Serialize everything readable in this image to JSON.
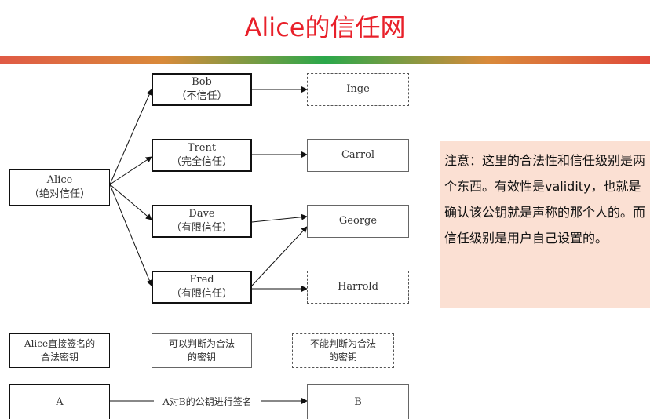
{
  "title": "Alice的信任网",
  "nodes": {
    "alice": {
      "name": "Alice",
      "trust": "（绝对信任）"
    },
    "bob": {
      "name": "Bob",
      "trust": "（不信任）"
    },
    "trent": {
      "name": "Trent",
      "trust": "（完全信任）"
    },
    "dave": {
      "name": "Dave",
      "trust": "（有限信任）"
    },
    "fred": {
      "name": "Fred",
      "trust": "（有限信任）"
    },
    "inge": {
      "name": "Inge"
    },
    "carrol": {
      "name": "Carrol"
    },
    "george": {
      "name": "George"
    },
    "harrold": {
      "name": "Harrold"
    }
  },
  "legend": {
    "direct_line1": "Alice直接签名的",
    "direct_line2": "合法密钥",
    "valid_line1": "可以判断为合法",
    "valid_line2": "的密钥",
    "invalid_line1": "不能判断为合法",
    "invalid_line2": "的密钥",
    "box_a": "A",
    "box_b": "B",
    "sign_label": "A对B的公钥进行签名"
  },
  "note": "注意：这里的合法性和信任级别是两个东西。有效性是validity，也就是确认该公钥就是声称的那个人的。而信任级别是用户自己设置的。"
}
